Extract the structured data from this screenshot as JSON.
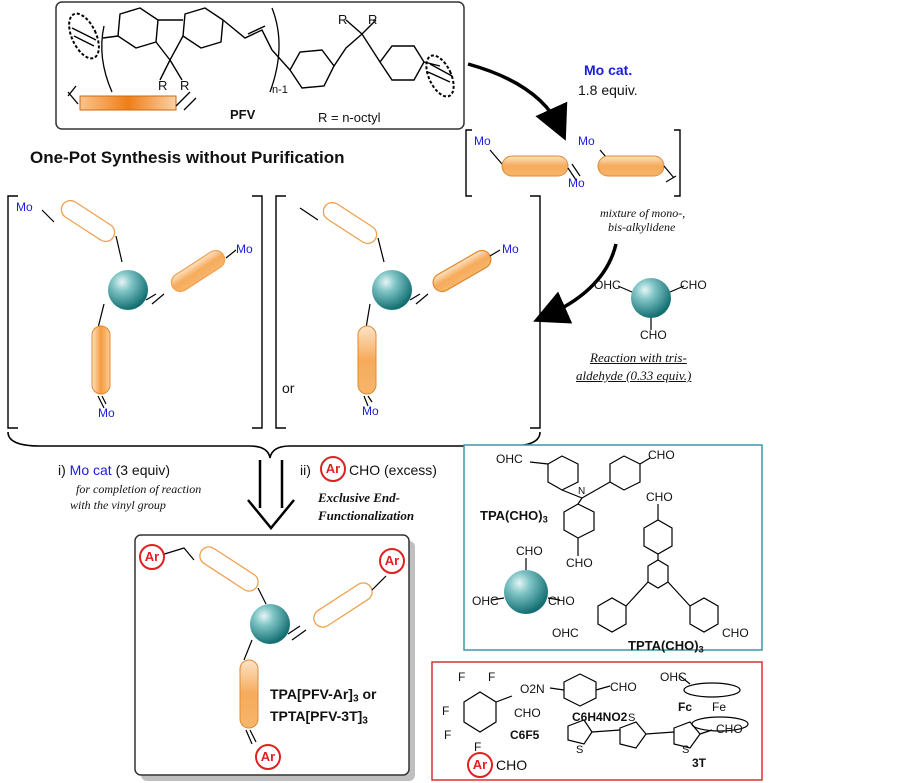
{
  "colors": {
    "orange": "#f5a040",
    "orange_dark": "#f08a28",
    "teal_sphere": "#2a8a8a",
    "blue_mo": "#1a1ae0",
    "red_ar": "#e02020",
    "teal_box": "#3a9aa6",
    "red_box": "#d93030"
  },
  "top_box": {
    "pfv_label": "PFV",
    "r_label": "R = n-octyl",
    "r1": "R",
    "r2": "R",
    "r3": "R",
    "r4": "R",
    "n_minus_1": "n-1"
  },
  "title": "One-Pot Synthesis without Purification",
  "step1": {
    "reagent": "Mo cat.",
    "amount": "1.8 equiv.",
    "mixture_note_1": "mixture of mono-,",
    "mixture_note_2": "bis-alkylidene",
    "mo_a": "Mo",
    "mo_b": "Mo",
    "mo_c": "Mo"
  },
  "step2": {
    "ohc": "OHC",
    "cho_1": "CHO",
    "cho_2": "CHO",
    "reaction_line1": "Reaction with tris-",
    "reaction_line2": "aldehyde (0.33 equiv.)"
  },
  "intermediates": {
    "mo_left_top": "Mo",
    "mo_left_right": "Mo",
    "mo_left_bottom": "Mo",
    "or_label": "or",
    "mo_right_right": "Mo",
    "mo_right_bottom": "Mo"
  },
  "step3": {
    "i_prefix": "i)",
    "i_reagent": "Mo cat",
    "i_amount": "(3 equiv)",
    "i_note_1": "for completion of reaction",
    "i_note_2": "with the vinyl group",
    "ii_prefix": "ii)",
    "ii_ar": "Ar",
    "ii_rest": "CHO (excess)",
    "ii_note_1": "Exclusive End-",
    "ii_note_2": "Functionalization"
  },
  "product": {
    "ar_1": "Ar",
    "ar_2": "Ar",
    "ar_3": "Ar",
    "label_1": "TPA[PFV-Ar]",
    "label_1_sub": "3",
    "label_1_or": "or",
    "label_2": "TPTA[PFV-3T]",
    "label_2_sub": "3"
  },
  "teal_box": {
    "tpa_label": "TPA(CHO)",
    "tpa_sub": "3",
    "tpta_label": "TPTA(CHO)",
    "tpta_sub": "3",
    "ohc_1": "OHC",
    "cho_1": "CHO",
    "cho_2": "CHO",
    "cho_top": "CHO",
    "cho_sphere_top": "CHO",
    "ohc_sphere": "OHC",
    "cho_sphere_right": "CHO",
    "ohc_bottom": "OHC",
    "cho_bottom": "CHO",
    "n_atom": "N"
  },
  "red_box": {
    "f1": "F",
    "f2": "F",
    "f3": "F",
    "f4": "F",
    "f5": "F",
    "cho_c6f5": "CHO",
    "c6f5_label": "C6F5",
    "o2n": "O2N",
    "cho_nitro": "CHO",
    "nitro_label": "C6H4NO2",
    "ohc_fc": "OHC",
    "fe": "Fe",
    "fc_label": "Fc",
    "s1": "S",
    "s2": "S",
    "s3": "S",
    "cho_3t": "CHO",
    "t3_label": "3T",
    "ar": "Ar",
    "ar_cho": "CHO"
  }
}
